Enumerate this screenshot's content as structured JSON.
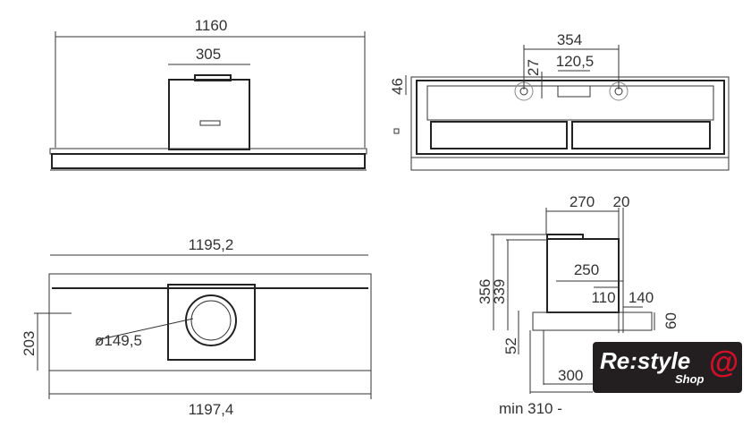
{
  "views": {
    "top_left": {
      "width_label": "1160",
      "motor_label": "305"
    },
    "top_right": {
      "holes_label": "354",
      "outlet_label": "120,5",
      "offset_label": "27",
      "height_label": "46"
    },
    "bottom_left": {
      "top_width_label": "1195,2",
      "bottom_width_label": "1197,4",
      "height_label": "203",
      "diameter_label": "ø149,5"
    },
    "side": {
      "depth_label": "270",
      "back_label": "20",
      "total_height_label": "356",
      "body_height_label": "339",
      "inner_label": "250",
      "outlet_label": "110",
      "front_label": "140",
      "lip_label": "60",
      "bottom_label": "52",
      "min_depth_label": "300",
      "min_range_label": "min 310 -"
    }
  },
  "logo": {
    "brand": "Re:style",
    "sub": "Shop",
    "symbol": "@",
    "color": "#d0102b"
  }
}
